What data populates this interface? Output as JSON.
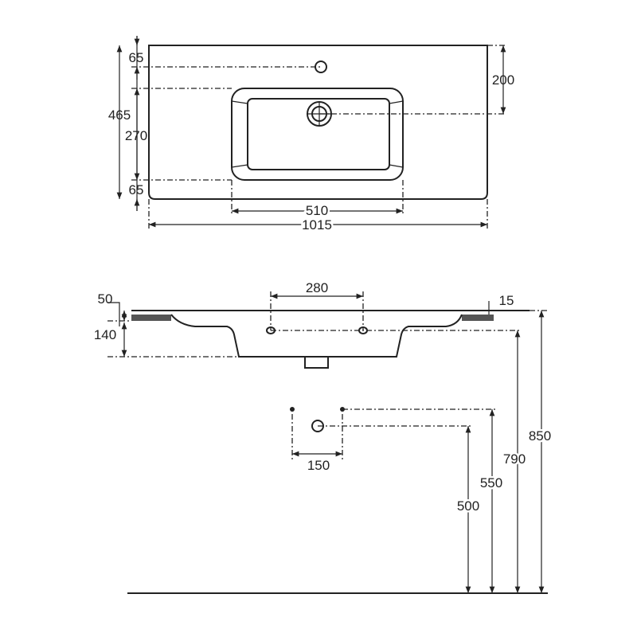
{
  "top_view": {
    "dim_top_to_taphole": "65",
    "dim_total_depth": "465",
    "dim_bowl_depth": "270",
    "dim_bowl_to_front": "65",
    "dim_back_to_drain": "200",
    "dim_bowl_width": "510",
    "dim_total_width": "1015"
  },
  "side_view": {
    "dim_top_thickness": "50",
    "dim_basin_height": "140",
    "dim_fixing_holes": "280",
    "dim_edge": "15",
    "dim_top_height": "850",
    "dim_fixing_height": "790",
    "dim_supply_height": "550",
    "dim_waste_height": "500",
    "dim_supply_spacing": "150"
  }
}
